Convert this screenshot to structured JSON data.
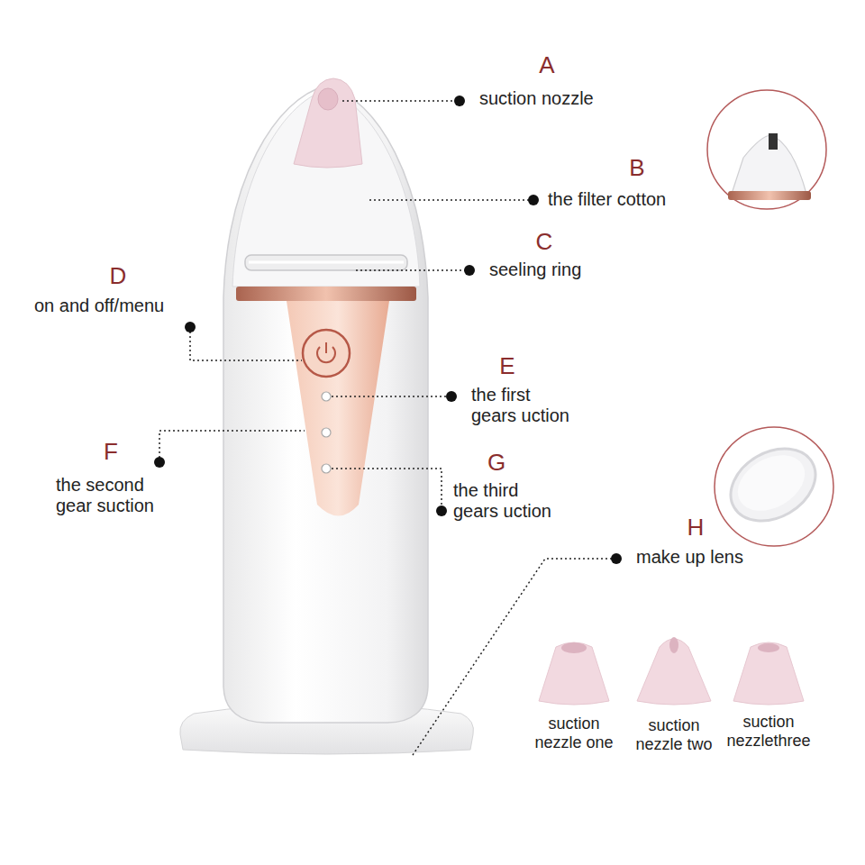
{
  "diagram": {
    "labels": [
      "A",
      "suction nozzle",
      "B",
      "the filter cotton",
      "C",
      "seeling ring",
      "D",
      "on and off/menu",
      "E",
      "the first gears uction",
      "F",
      "the second gear suction",
      "G",
      "the third gears uction",
      "H",
      "make up lens",
      "suction nezzle one",
      "suction nezzle two",
      "suction nezzlethree"
    ]
  }
}
